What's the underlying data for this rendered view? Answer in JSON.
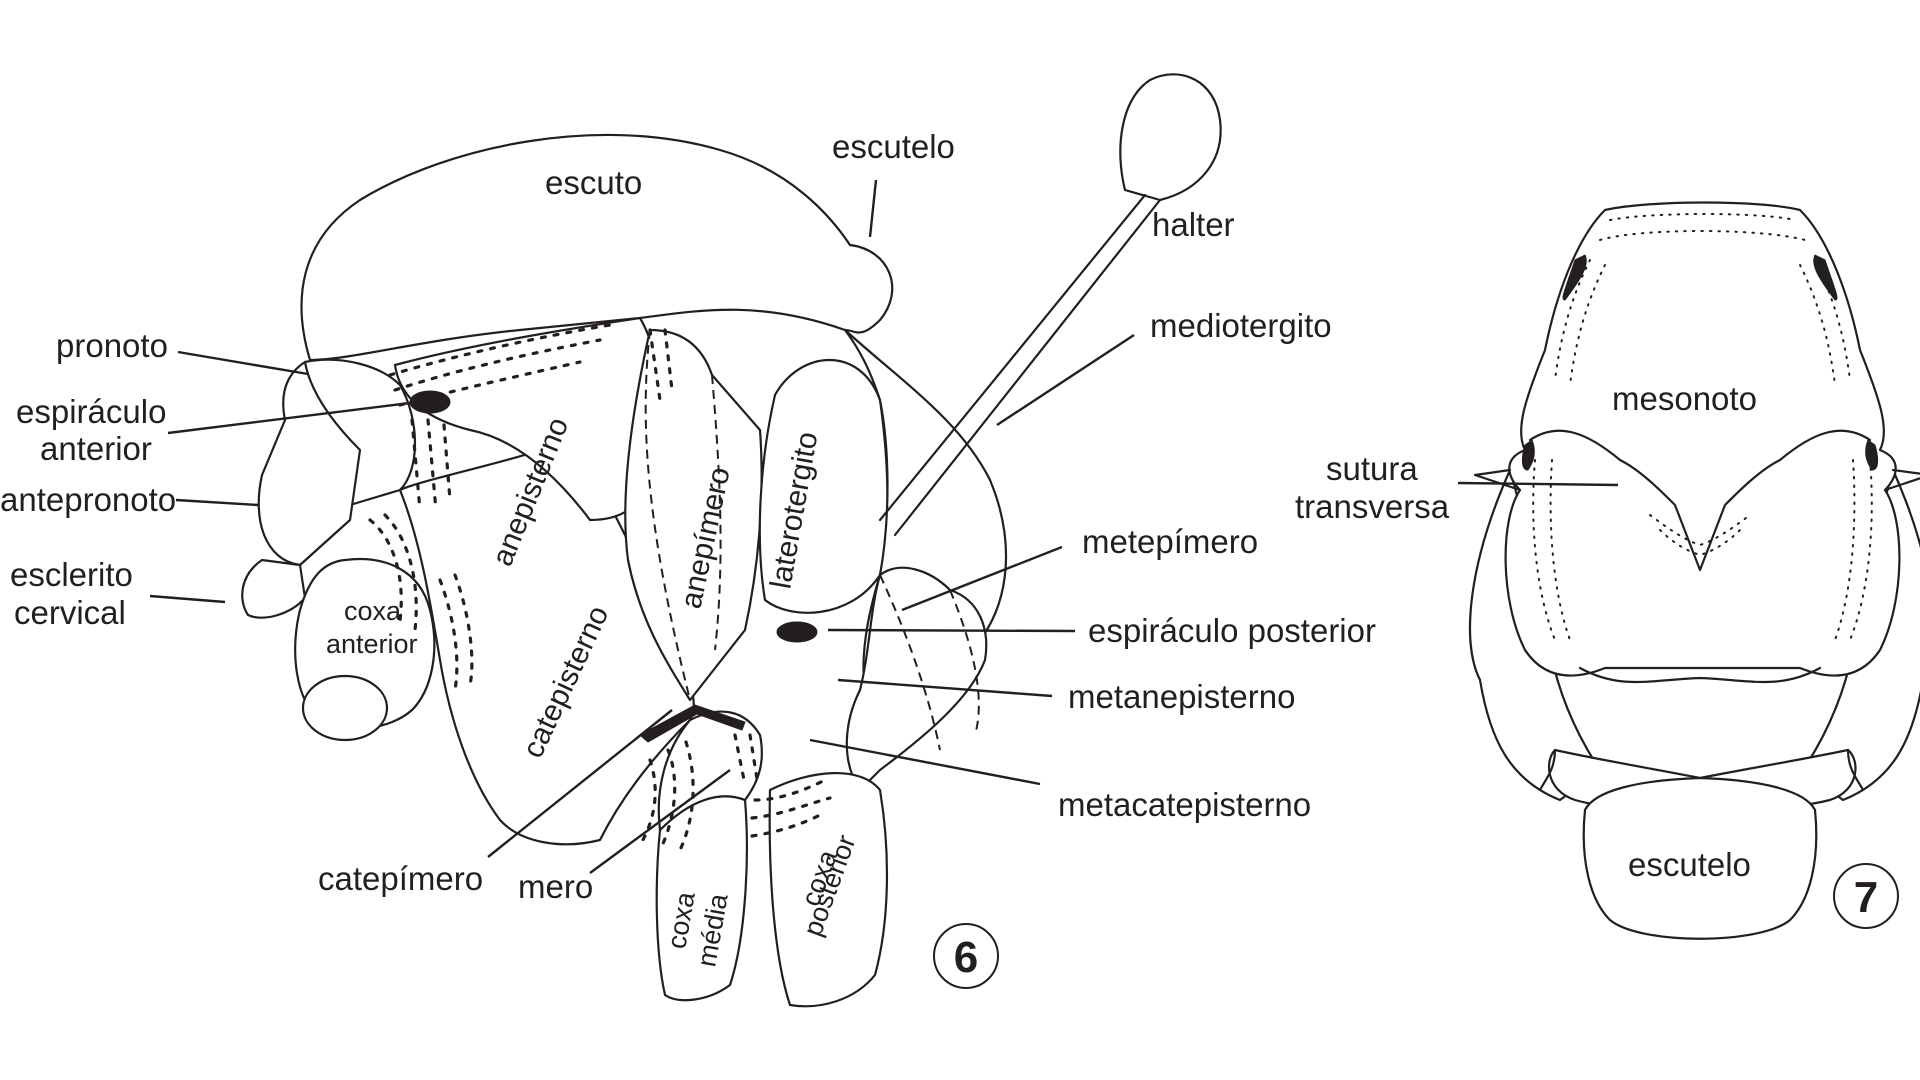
{
  "figure6": {
    "number": "6",
    "labels": {
      "escuto": "escuto",
      "escutelo": "escutelo",
      "halter": "halter",
      "mediotergito": "mediotergito",
      "pronoto": "pronoto",
      "espiraculo_anterior_1": "espiráculo",
      "espiraculo_anterior_2": "anterior",
      "antepronoto": "antepronoto",
      "esclerito_cervical_1": "esclerito",
      "esclerito_cervical_2": "cervical",
      "coxa_anterior_1": "coxa",
      "coxa_anterior_2": "anterior",
      "anepisterno": "anepisterno",
      "anepimero": "anepímero",
      "laterotergito": "laterotergito",
      "catepisterno": "catepisterno",
      "metepimero": "metepímero",
      "espiraculo_posterior": "espiráculo posterior",
      "metanepisterno": "metanepisterno",
      "metacatepisterno": "metacatepisterno",
      "catepimero": "catepímero",
      "mero": "mero",
      "coxa_media_1": "coxa",
      "coxa_media_2": "média",
      "coxa_posterior_1": "coxa",
      "coxa_posterior_2": "posterior"
    }
  },
  "figure7": {
    "number": "7",
    "labels": {
      "mesonoto": "mesonoto",
      "sutura_transversa_1": "sutura",
      "sutura_transversa_2": "transversa",
      "escutelo": "escutelo"
    }
  }
}
